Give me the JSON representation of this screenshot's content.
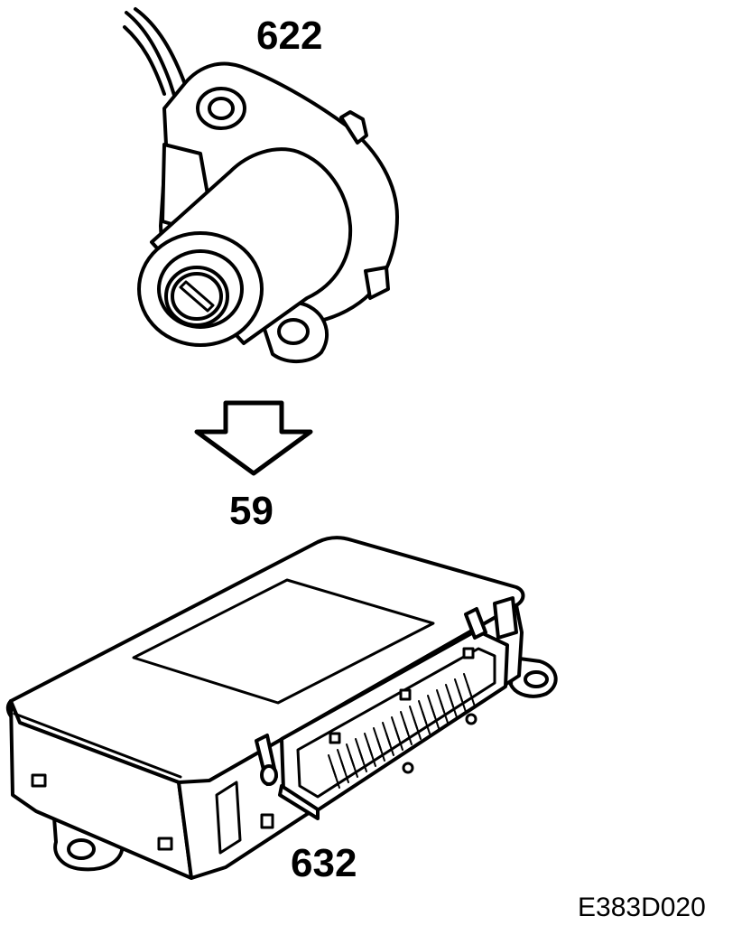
{
  "labels": {
    "top_part": "622",
    "arrow_ref": "59",
    "bottom_part": "632",
    "figure_code": "E383D020"
  },
  "icons": {
    "lock": "ignition-lock-cylinder-icon",
    "arrow": "down-arrow-icon",
    "module": "control-module-icon"
  }
}
